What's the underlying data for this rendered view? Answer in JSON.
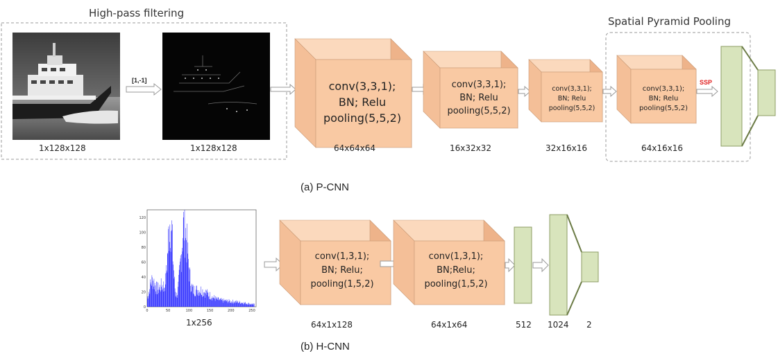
{
  "colors": {
    "cube_front": "#f9c9a3",
    "cube_top": "#fbd9bd",
    "cube_side": "#eeb38a",
    "fc": "#d8e4bc",
    "fc_stroke": "#8c9c63",
    "hist_bar": "#1a1aff",
    "ssp_label": "#e02020"
  },
  "pcnn": {
    "caption": "(a) P-CNN",
    "hpf_title": "High-pass filtering",
    "ssp_title": "Spatial Pyramid Pooling",
    "images": [
      {
        "name": "ship-photo",
        "dim": "1x128x128"
      },
      {
        "name": "residual-image",
        "dim": "1x128x128"
      }
    ],
    "filter_label": "[1,-1]",
    "ssp_label": "SSP",
    "layers": [
      {
        "lines": [
          "conv(3,3,1);",
          "BN;  Relu",
          "pooling(5,5,2)"
        ],
        "dim": "64x64x64"
      },
      {
        "lines": [
          "conv(3,3,1);",
          "BN;  Relu",
          "pooling(5,5,2)"
        ],
        "dim": "16x32x32"
      },
      {
        "lines": [
          "conv(3,3,1);",
          "BN;  Relu",
          "pooling(5,5,2)"
        ],
        "dim": "32x16x16"
      },
      {
        "lines": [
          "conv(3,3,1);",
          "BN;  Relu",
          "pooling(5,5,2)"
        ],
        "dim": "64x16x16"
      }
    ]
  },
  "hcnn": {
    "caption": "(b) H-CNN",
    "histogram": {
      "dim": "1x256",
      "x_ticks": [
        "0",
        "50",
        "100",
        "150",
        "200",
        "250"
      ],
      "y_ticks": [
        "0",
        "20",
        "40",
        "60",
        "80",
        "100",
        "120"
      ]
    },
    "layers": [
      {
        "lines": [
          "conv(1,3,1);",
          "BN; Relu;",
          "pooling(1,5,2)"
        ],
        "dim": "64x1x128"
      },
      {
        "lines": [
          "conv(1,3,1);",
          "BN;Relu;",
          "pooling(1,5,2)"
        ],
        "dim": "64x1x64"
      }
    ],
    "fc_dims": [
      "512",
      "1024",
      "2"
    ]
  }
}
